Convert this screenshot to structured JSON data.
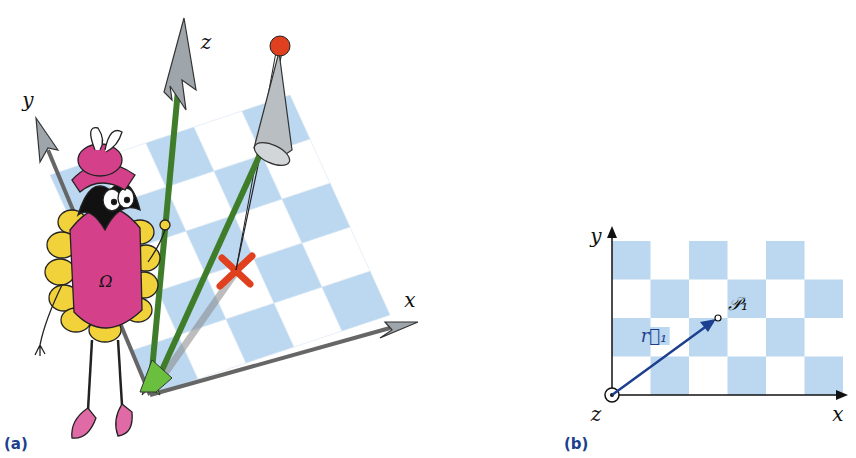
{
  "diagram": {
    "labels": [
      "z",
      "y",
      "x",
      "Ω",
      "(a)",
      "y",
      "x",
      "z",
      "𝒫₁",
      "r⃗₁",
      "(b)"
    ]
  }
}
